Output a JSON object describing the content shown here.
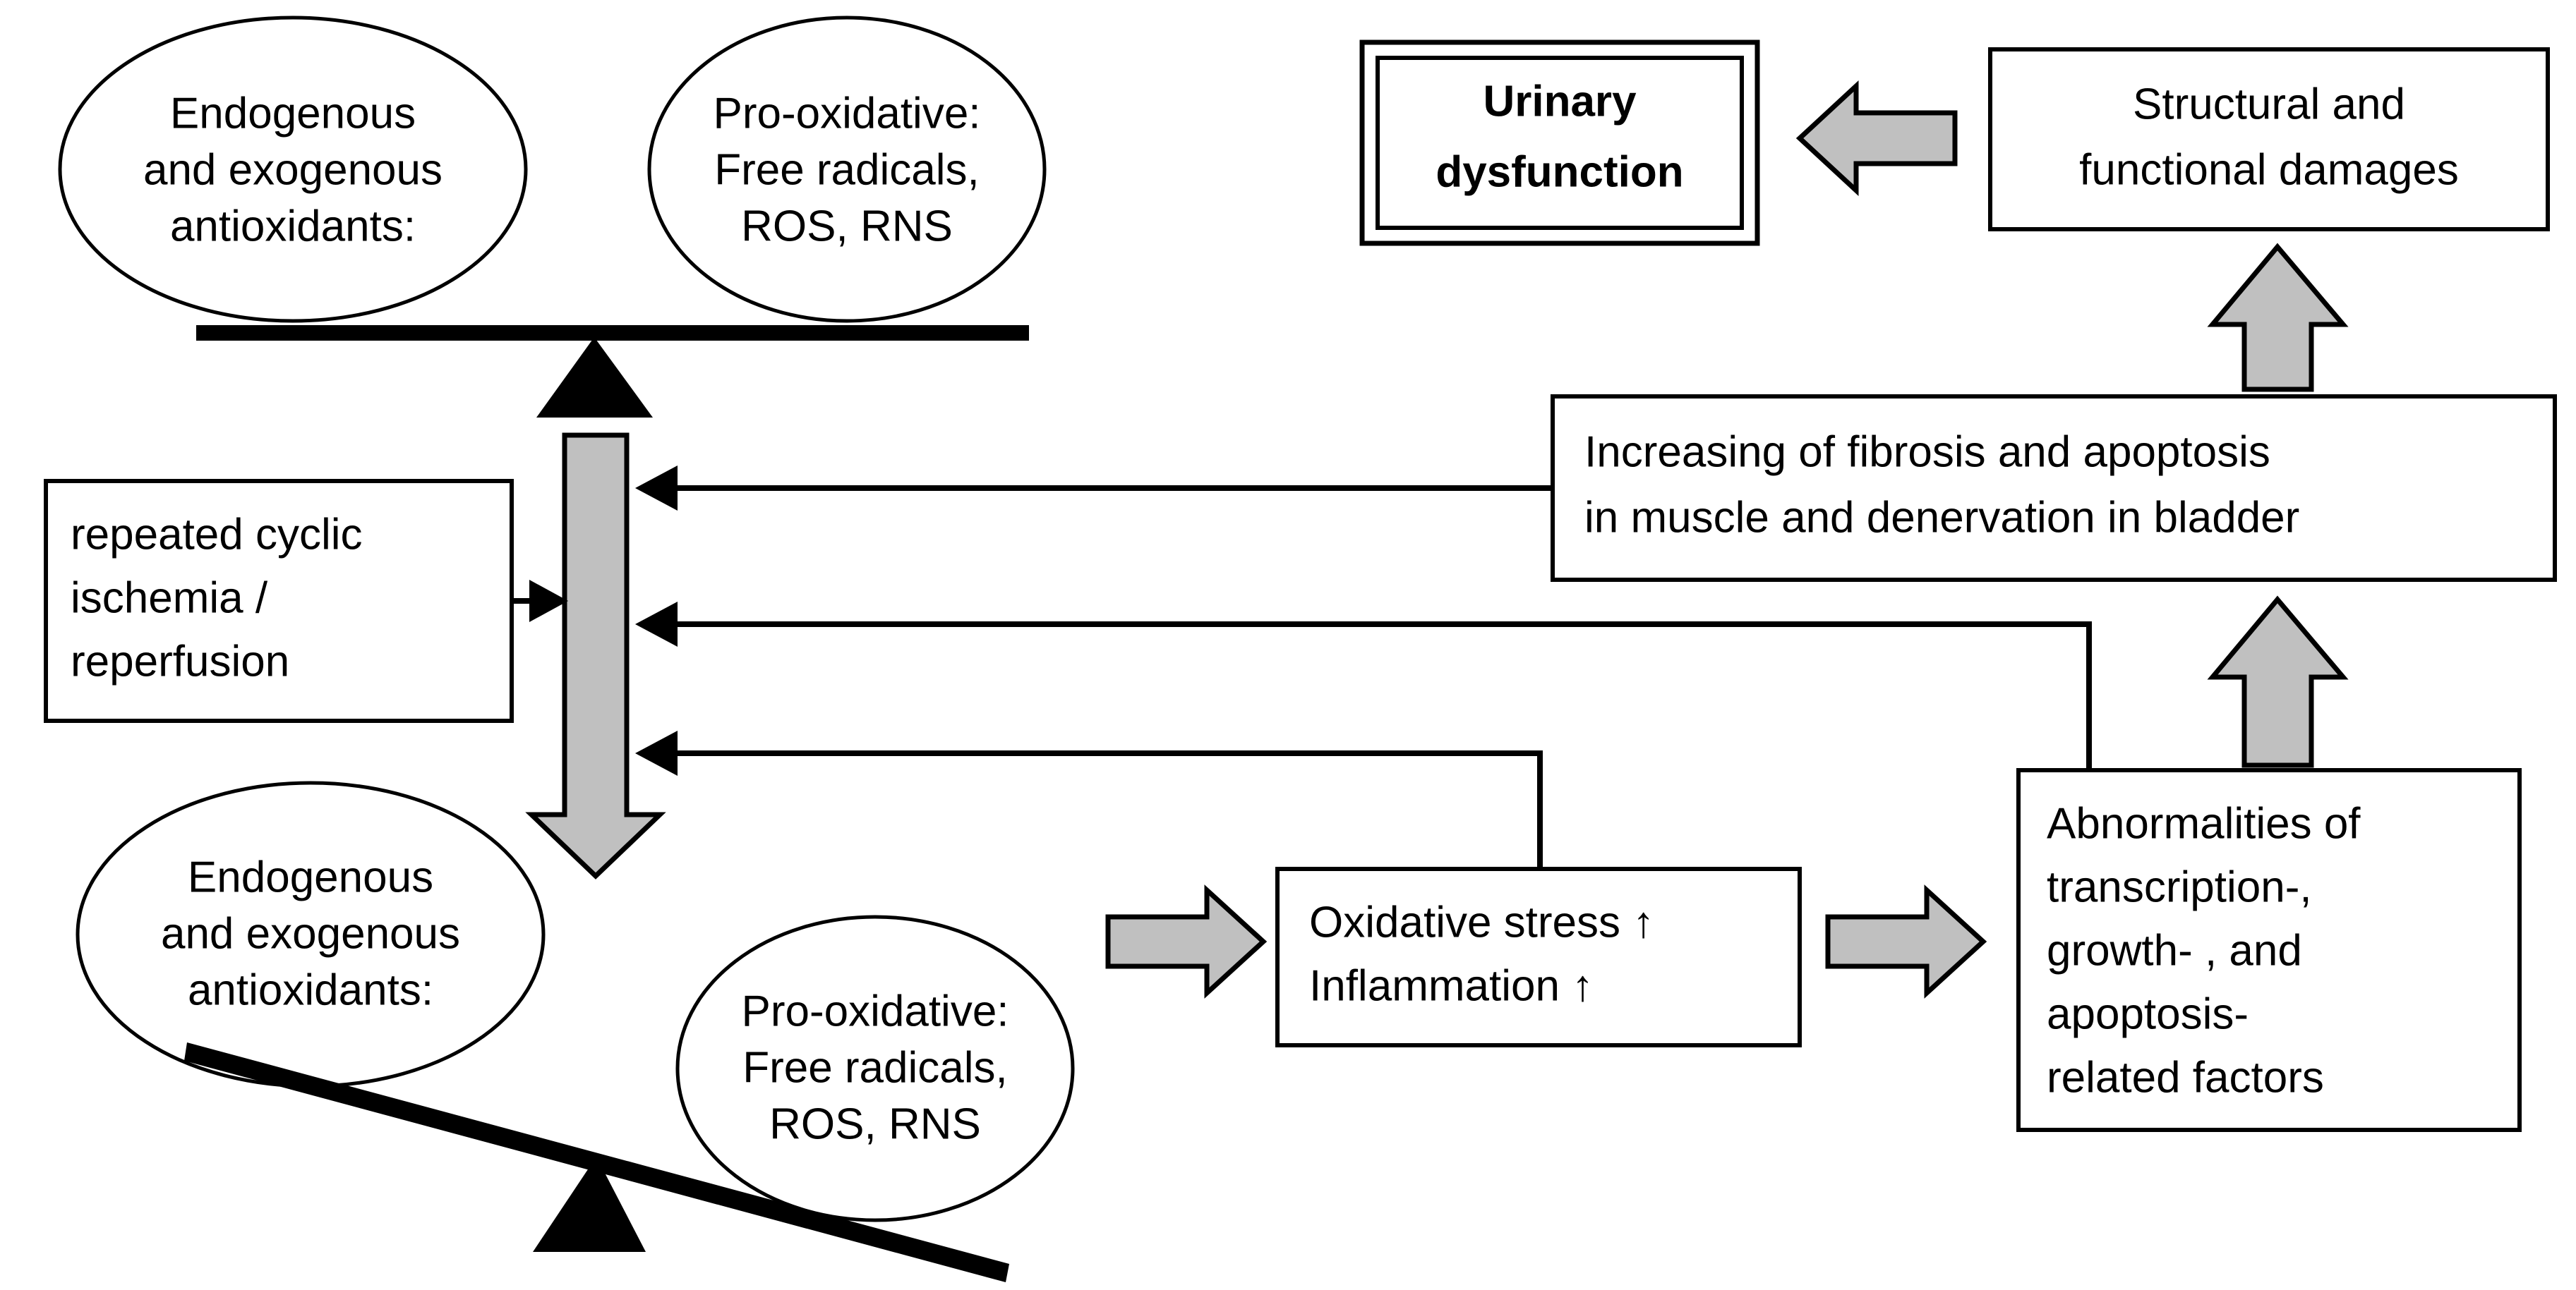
{
  "diagram": {
    "title": "Oxidative stress and urinary dysfunction pathway",
    "colors": {
      "arrow_gray": "#c0c0c0",
      "stroke_black": "#000000",
      "background": "#ffffff"
    },
    "nodes": {
      "antioxidants_top": {
        "shape": "ellipse",
        "lines": [
          "Endogenous",
          "and exogenous",
          "antioxidants:"
        ]
      },
      "prooxidative_top": {
        "shape": "ellipse",
        "lines": [
          "Pro-oxidative:",
          "Free radicals,",
          "ROS, RNS"
        ]
      },
      "antioxidants_bottom": {
        "shape": "ellipse",
        "lines": [
          "Endogenous",
          "and exogenous",
          "antioxidants:"
        ]
      },
      "prooxidative_bottom": {
        "shape": "ellipse",
        "lines": [
          "Pro-oxidative:",
          "Free radicals,",
          "ROS, RNS"
        ]
      },
      "urinary_dysfunction": {
        "shape": "double-box",
        "lines": [
          "Urinary",
          "dysfunction"
        ],
        "bold": true
      },
      "structural_damages": {
        "shape": "box",
        "lines": [
          "Structural and",
          "functional damages"
        ]
      },
      "fibrosis_apoptosis": {
        "shape": "box",
        "lines": [
          "Increasing of fibrosis and apoptosis",
          "in muscle and denervation in bladder"
        ]
      },
      "ischemia_reperfusion": {
        "shape": "box",
        "lines": [
          "repeated cyclic",
          "ischemia /",
          "reperfusion"
        ]
      },
      "oxidative_stress": {
        "shape": "box",
        "lines": [
          "Oxidative stress ↑",
          "Inflammation ↑"
        ]
      },
      "abnormalities": {
        "shape": "box",
        "lines": [
          "Abnormalities of",
          "transcription-,",
          "growth- , and",
          "apoptosis-",
          "related factors"
        ]
      }
    },
    "connectors": {
      "gray_down_arrow": "ischemia-to-imbalance",
      "gray_arrow_to_oxidative": "prooxidative-to-oxidative-stress",
      "gray_arrow_to_abnormalities": "oxidative-stress-to-abnormalities",
      "gray_arrow_up_lower": "abnormalities-to-fibrosis",
      "gray_arrow_up_upper": "fibrosis-to-structural-damages",
      "gray_arrow_left": "structural-damages-to-urinary-dysfunction",
      "feedback_1": "fibrosis-to-cycle",
      "feedback_2": "abnormalities-to-cycle",
      "feedback_3": "oxidative-stress-to-cycle",
      "ischemia_into_cycle": "ischemia-into-cycle"
    },
    "balance_top": {
      "state": "balanced",
      "description": "level beam on fulcrum"
    },
    "balance_bottom": {
      "state": "tilted-right",
      "description": "beam tilted down toward pro-oxidative side"
    }
  }
}
